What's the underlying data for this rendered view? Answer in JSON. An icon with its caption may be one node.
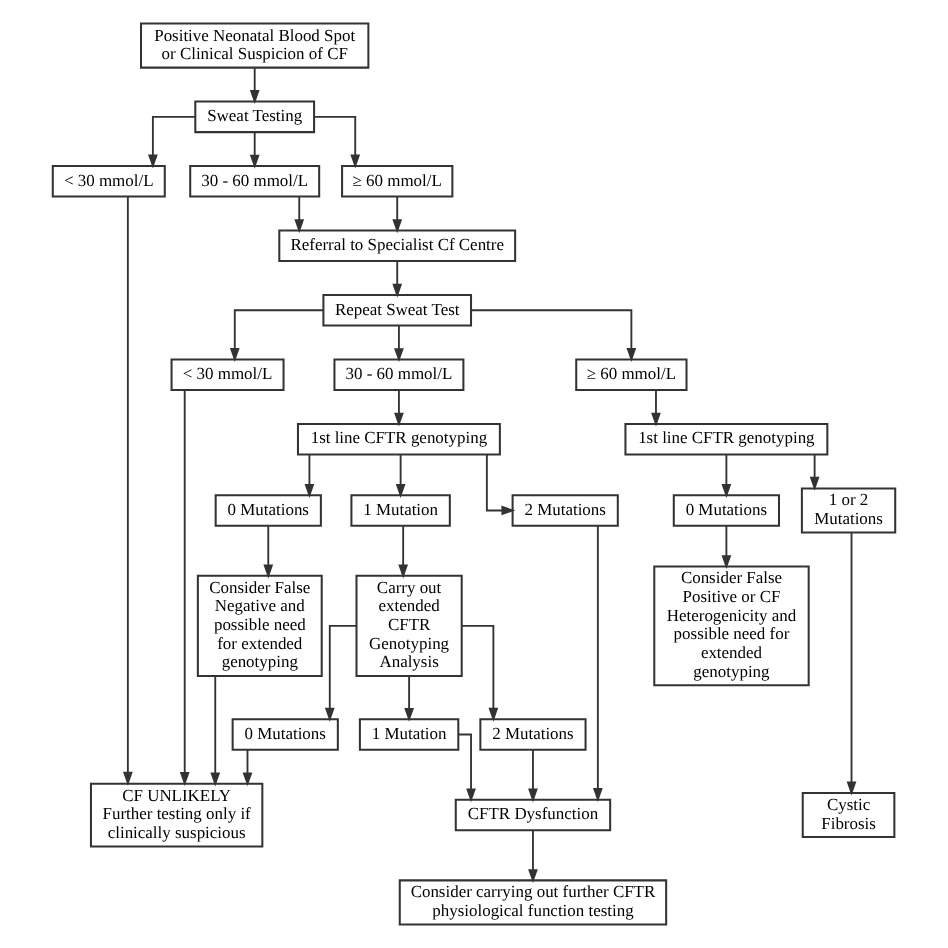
{
  "diagram": {
    "nodes": [
      {
        "text": [
          "Positive Neonatal Blood Spot or Clinical Suspicion of CF"
        ]
      },
      {
        "text": [
          "Sweat Testing"
        ]
      },
      {
        "text": [
          "< 30 mmol/L"
        ]
      },
      {
        "text": [
          "30 - 60 mmol/L"
        ]
      },
      {
        "text": [
          "≥ 60 mmol/L"
        ]
      },
      {
        "text": [
          "Referral to Specialist Cf Centre"
        ]
      },
      {
        "text": [
          "Repeat Sweat Test"
        ]
      },
      {
        "text": [
          "< 30 mmol/L"
        ]
      },
      {
        "text": [
          "30 - 60 mmol/L"
        ]
      },
      {
        "text": [
          "≥ 60 mmol/L"
        ]
      },
      {
        "text": [
          "1st line CFTR genotyping"
        ]
      },
      {
        "text": [
          "1st line CFTR genotyping"
        ]
      },
      {
        "text": [
          "0 Mutations"
        ]
      },
      {
        "text": [
          "1 Mutation"
        ]
      },
      {
        "text": [
          "2 Mutations"
        ]
      },
      {
        "text": [
          "0 Mutations"
        ]
      },
      {
        "text": [
          "1 or 2 Mutations"
        ]
      },
      {
        "text": [
          "Consider False Negative and possible need for extended genotyping"
        ]
      },
      {
        "text": [
          "Carry out extended CFTR Genotyping Analysis"
        ]
      },
      {
        "text": [
          "Consider False Positive or CF Heterogenicity and possible need for extended genotyping"
        ]
      },
      {
        "text": [
          "0 Mutations"
        ]
      },
      {
        "text": [
          "1 Mutation"
        ]
      },
      {
        "text": [
          "2 Mutations"
        ]
      },
      {
        "text": [
          "CF UNLIKELY",
          "Further testing only if clinically suspicious"
        ]
      },
      {
        "text": [
          "CFTR Dysfunction"
        ]
      },
      {
        "text": [
          "Cystic Fibrosis"
        ]
      },
      {
        "text": [
          "Consider carrying out further CFTR physiological function testing"
        ]
      }
    ],
    "edges": [
      {
        "from": 0,
        "to": 1,
        "arrow": "to"
      },
      {
        "from": 1,
        "to": 2,
        "arrow": "to"
      },
      {
        "from": 1,
        "to": 3,
        "arrow": "to"
      },
      {
        "from": 1,
        "to": 4,
        "arrow": "to"
      },
      {
        "from": 3,
        "to": 5,
        "arrow": "to"
      },
      {
        "from": 4,
        "to": 5,
        "arrow": "to"
      },
      {
        "from": 5,
        "to": 6,
        "arrow": "to"
      },
      {
        "from": 6,
        "to": 7,
        "arrow": "to"
      },
      {
        "from": 6,
        "to": 8,
        "arrow": "to"
      },
      {
        "from": 6,
        "to": 9,
        "arrow": "to"
      },
      {
        "from": 8,
        "to": 10,
        "arrow": "to"
      },
      {
        "from": 9,
        "to": 11,
        "arrow": "to"
      },
      {
        "from": 10,
        "to": 12,
        "arrow": "to"
      },
      {
        "from": 10,
        "to": 13,
        "arrow": "to"
      },
      {
        "from": 10,
        "to": 14,
        "arrow": "to"
      },
      {
        "from": 11,
        "to": 15,
        "arrow": "to"
      },
      {
        "from": 11,
        "to": 16,
        "arrow": "to"
      },
      {
        "from": 12,
        "to": 17,
        "arrow": "to"
      },
      {
        "from": 13,
        "to": 18,
        "arrow": "to"
      },
      {
        "from": 15,
        "to": 19,
        "arrow": "to"
      },
      {
        "from": 18,
        "to": 20,
        "arrow": "to"
      },
      {
        "from": 18,
        "to": 21,
        "arrow": "to"
      },
      {
        "from": 18,
        "to": 22,
        "arrow": "to"
      },
      {
        "from": 2,
        "to": 23,
        "arrow": "to"
      },
      {
        "from": 7,
        "to": 23,
        "arrow": "to"
      },
      {
        "from": 17,
        "to": 23,
        "arrow": "to"
      },
      {
        "from": 20,
        "to": 23,
        "arrow": "to"
      },
      {
        "from": 21,
        "to": 24,
        "arrow": "to"
      },
      {
        "from": 22,
        "to": 24,
        "arrow": "to"
      },
      {
        "from": 14,
        "to": 24,
        "arrow": "to"
      },
      {
        "from": 24,
        "to": 26,
        "arrow": "to"
      },
      {
        "from": 16,
        "to": 25,
        "arrow": "to"
      }
    ]
  }
}
